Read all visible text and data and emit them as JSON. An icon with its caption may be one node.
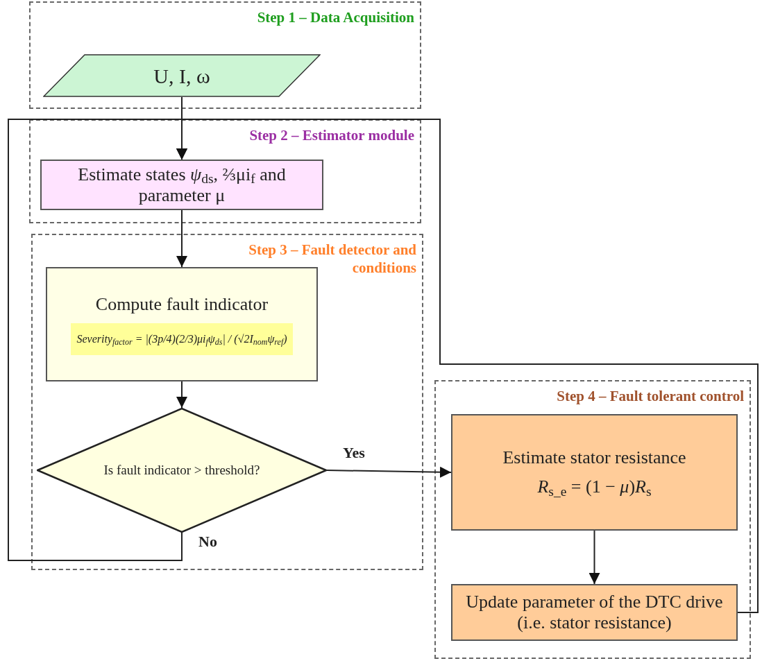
{
  "diagram": {
    "nodes": [
      {
        "text": [
          "Step 1 – Data Acquisition"
        ]
      },
      {
        "text": [
          "U, I, ω"
        ],
        "in": 0
      },
      {
        "text": [
          "Step 2 – Estimator module"
        ]
      },
      {
        "text": [
          "Estimate states *ψ*$_{ds}$, ⅔μi$_{f}$ and parameter μ"
        ],
        "in": 2
      },
      {
        "text": [
          "Step 3 – Fault detector and conditions"
        ]
      },
      {
        "text": [
          "Compute fault indicator",
          "Severity$_{factor}$ = |(3p/4)(2/3)μi$_{f}$ψ$_{ds}$| / (√2I$_{nom}$ψ$_{ref}$)"
        ],
        "in": 4
      },
      {
        "text": [
          "Is fault indicator > threshold?"
        ],
        "in": 4
      },
      {
        "text": [
          "Step 4 – Fault tolerant control"
        ]
      },
      {
        "text": [
          "Estimate stator resistance",
          "*R*$_{s_e}$ = (1 − *μ*)*R*$_{s}$"
        ],
        "in": 7
      },
      {
        "text": [
          "Update parameter of the DTC drive (i.e. stator resistance)"
        ],
        "in": 7
      }
    ],
    "edges": [
      {
        "from": 1,
        "to": 3,
        "arrow": "to"
      },
      {
        "from": 3,
        "to": 5,
        "arrow": "to"
      },
      {
        "from": 5,
        "to": 6,
        "arrow": "to"
      },
      {
        "from": 6,
        "to": 8,
        "arrow": "to",
        "label": "Yes"
      },
      {
        "from": 8,
        "to": 9,
        "arrow": "to"
      },
      {
        "from": 6,
        "to": 3,
        "arrow": "to",
        "label": "No"
      },
      {
        "from": 9,
        "to": 3,
        "arrow": "to"
      }
    ]
  }
}
